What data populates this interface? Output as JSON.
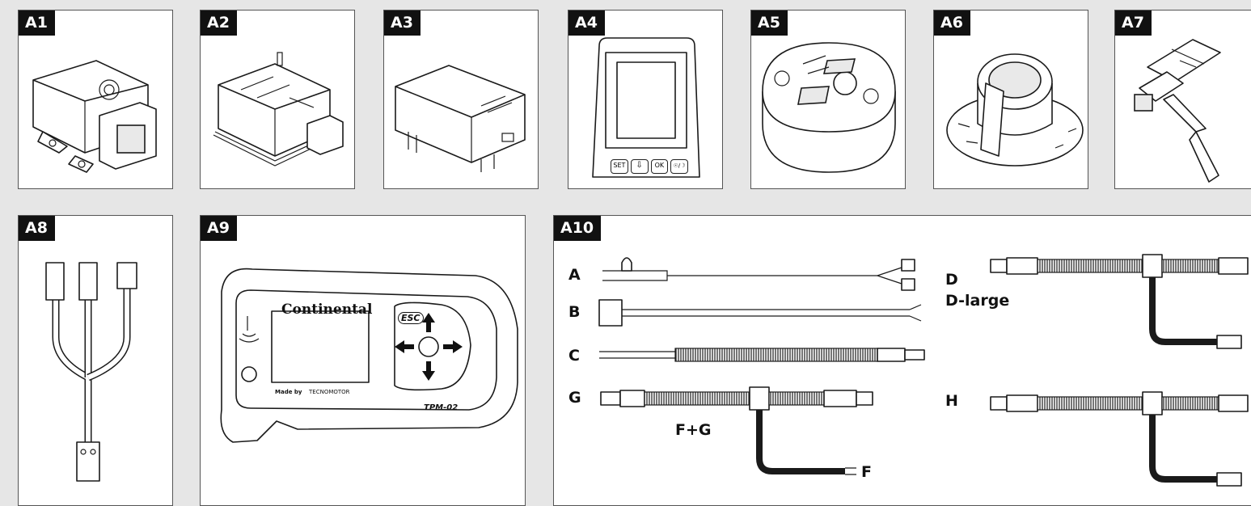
{
  "panels": {
    "a1": {
      "label": "A1"
    },
    "a2": {
      "label": "A2"
    },
    "a3": {
      "label": "A3"
    },
    "a4": {
      "label": "A4",
      "buttons": [
        "SET",
        "⇩",
        "OK",
        "☉/☽"
      ]
    },
    "a5": {
      "label": "A5"
    },
    "a6": {
      "label": "A6"
    },
    "a7": {
      "label": "A7"
    },
    "a8": {
      "label": "A8"
    },
    "a9": {
      "label": "A9",
      "brand": "Continental",
      "esc": "ESC",
      "made_by": "Made by",
      "maker": "TECNOMOTOR",
      "model": "TPM-02"
    },
    "a10": {
      "label": "A10",
      "cables": {
        "a": "A",
        "b": "B",
        "c": "C",
        "g": "G",
        "fg": "F+G",
        "f": "F",
        "d": "D",
        "d_large": "D-large",
        "h": "H"
      }
    }
  },
  "colors": {
    "background": "#e6e6e6",
    "panel": "#ffffff",
    "label_bg": "#111111"
  }
}
